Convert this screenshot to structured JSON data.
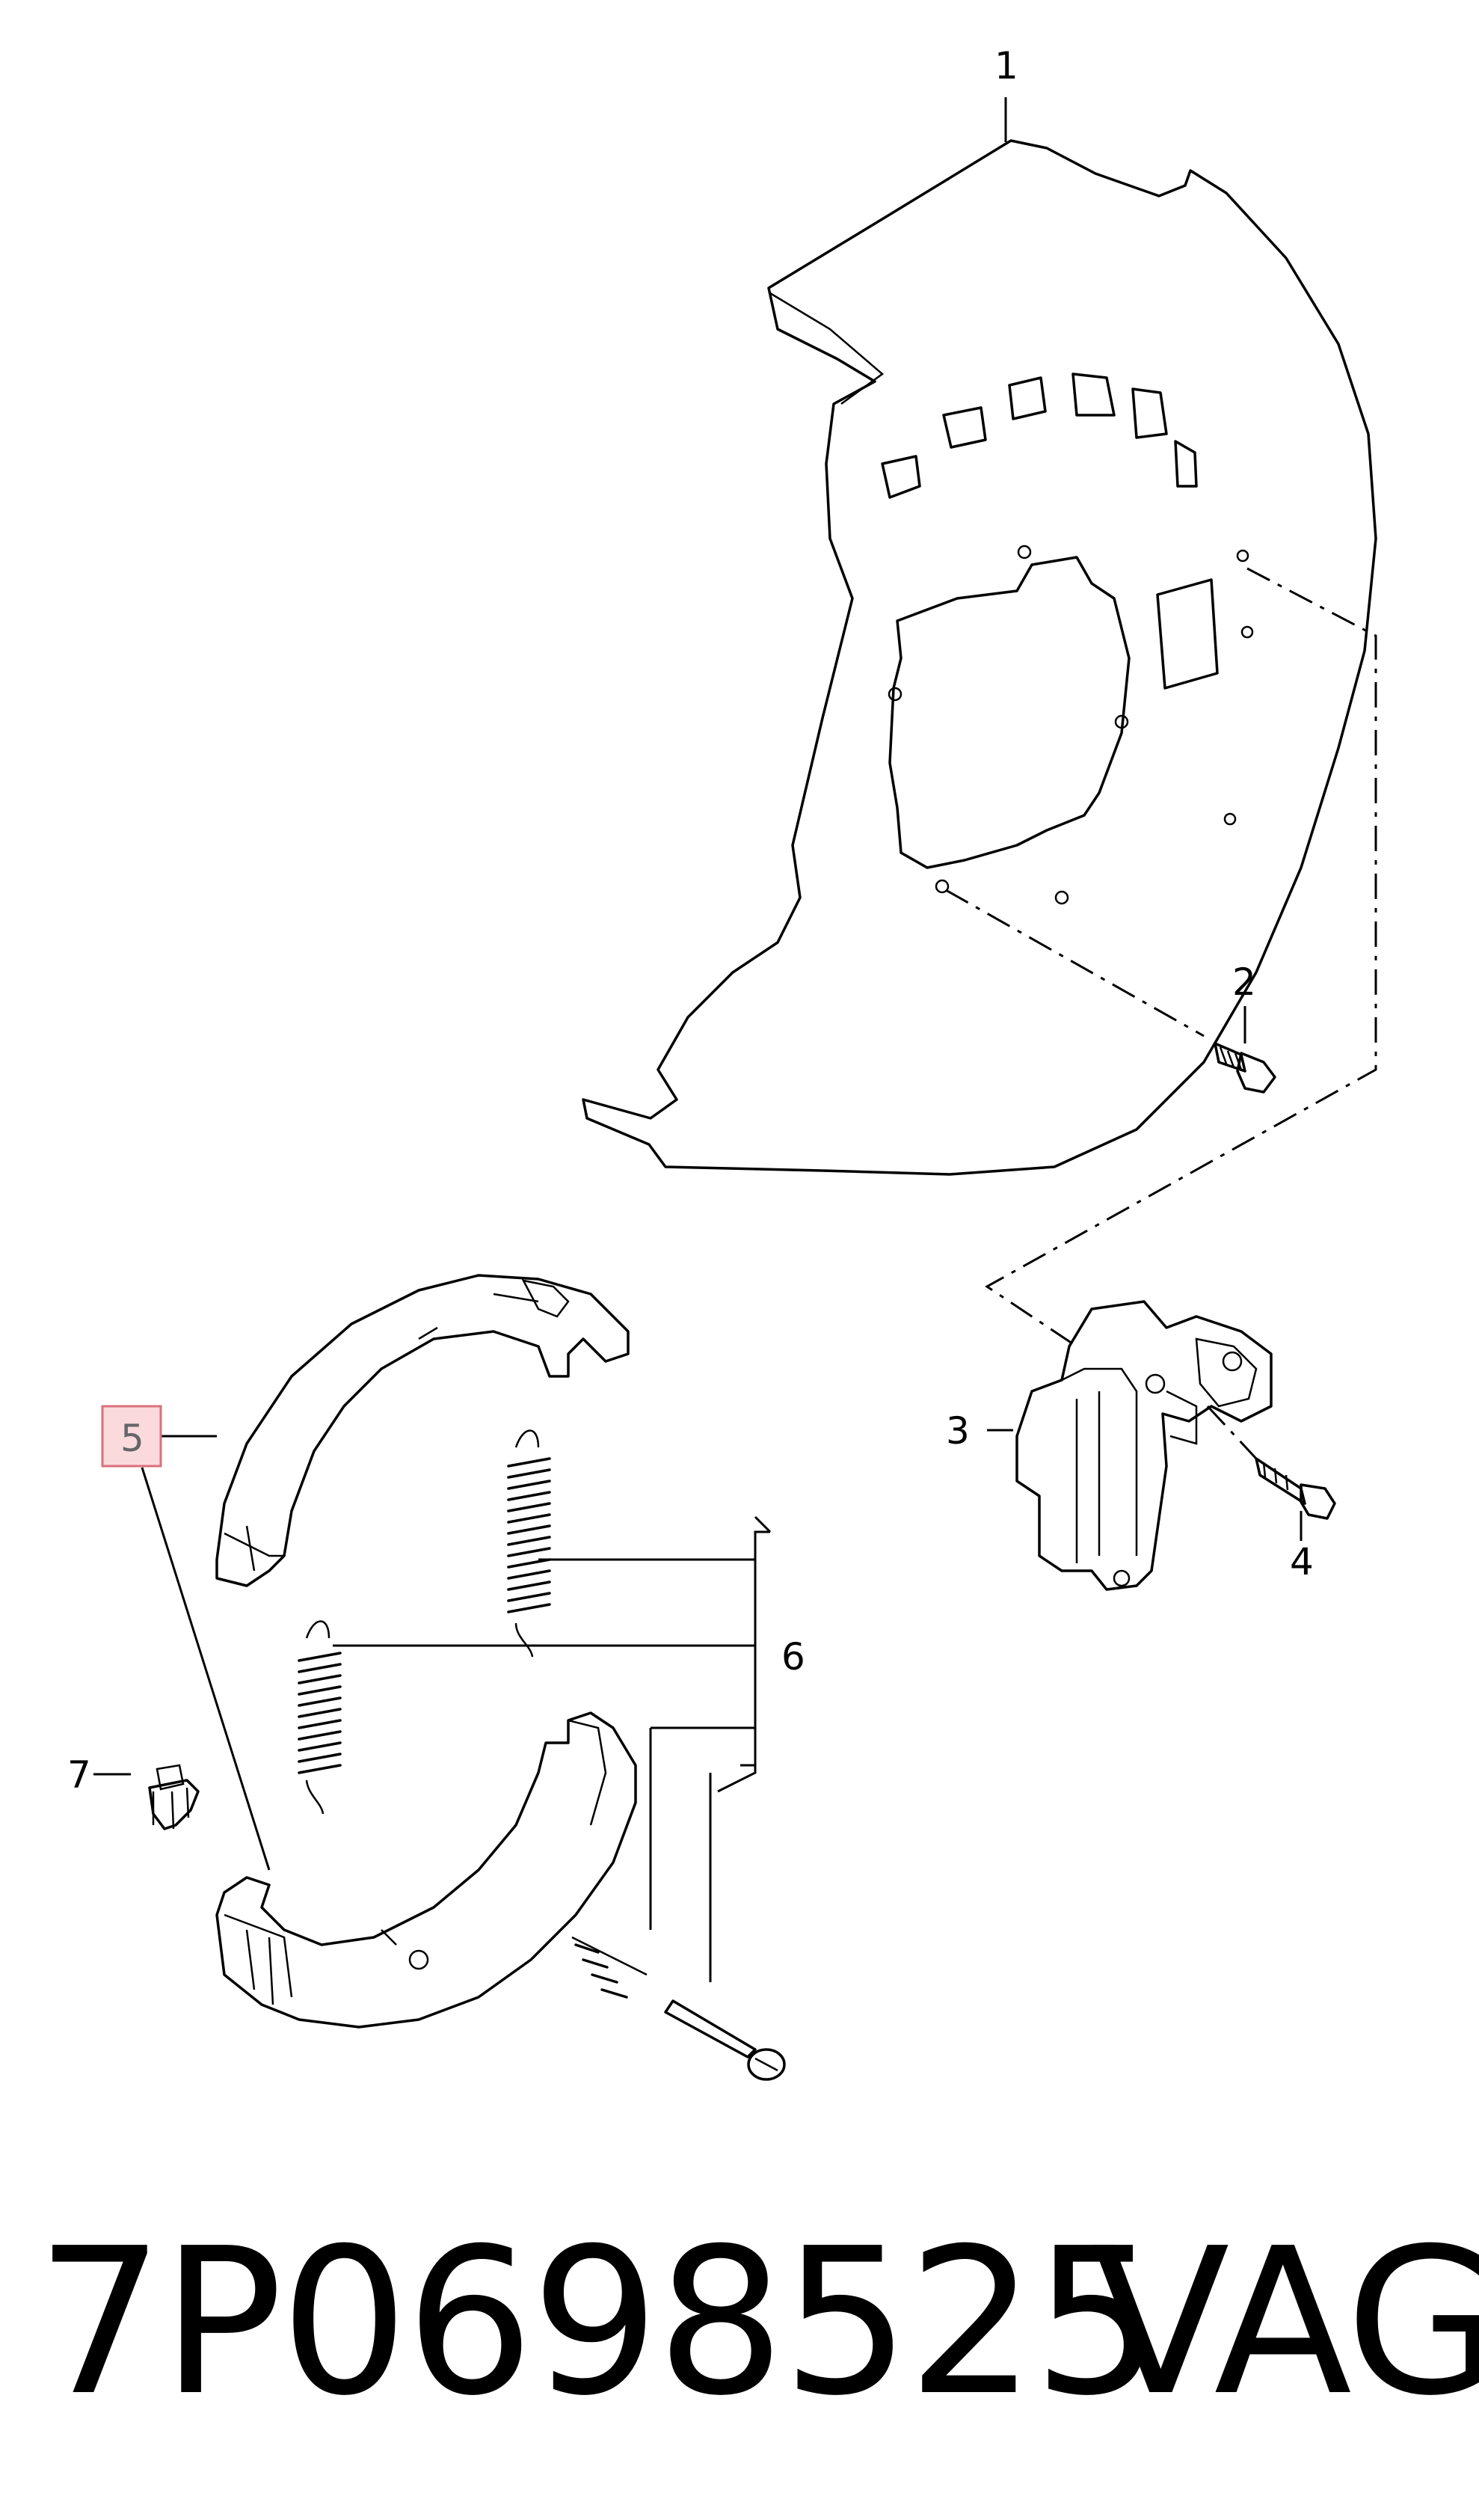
{
  "diagram": {
    "callouts": [
      {
        "id": "1",
        "label": "1"
      },
      {
        "id": "2",
        "label": "2"
      },
      {
        "id": "3",
        "label": "3"
      },
      {
        "id": "4",
        "label": "4"
      },
      {
        "id": "5",
        "label": "5"
      },
      {
        "id": "6",
        "label": "6"
      },
      {
        "id": "7",
        "label": "7"
      }
    ],
    "highlighted_callout": "5"
  },
  "footer": {
    "part_number": "7P0698525",
    "brand": "VAG"
  },
  "colors": {
    "highlight_fill": "#fadadd",
    "highlight_border": "#d9707a",
    "line": "#000000"
  }
}
